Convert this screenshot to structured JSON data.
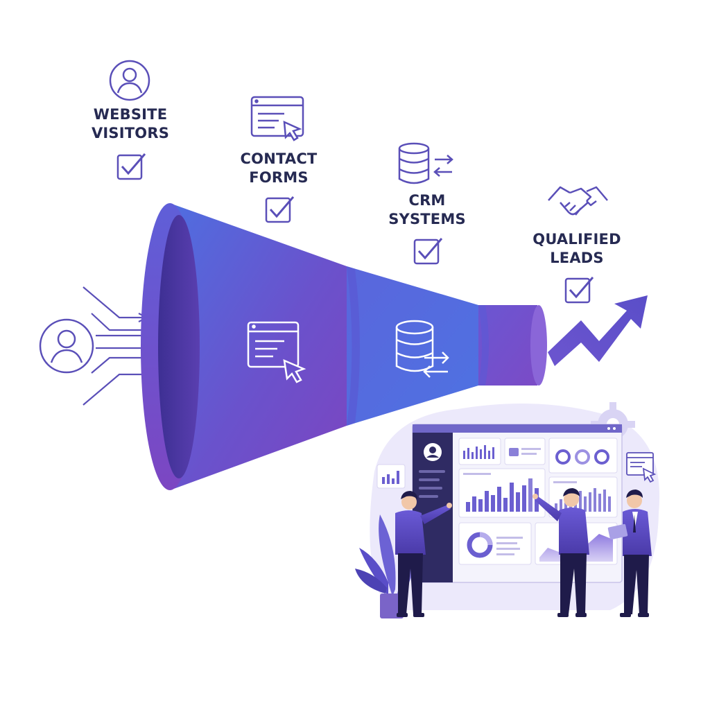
{
  "stages": [
    {
      "id": "visitors",
      "lines": [
        "WEBSITE",
        "VISITORS"
      ],
      "icon": "user-circle-icon",
      "checked": true
    },
    {
      "id": "forms",
      "lines": [
        "CONTACT",
        "FORMS"
      ],
      "icon": "web-form-cursor-icon",
      "checked": true
    },
    {
      "id": "crm",
      "lines": [
        "CRM",
        "SYSTEMS"
      ],
      "icon": "database-sync-icon",
      "checked": true
    },
    {
      "id": "leads",
      "lines": [
        "QUALIFIED",
        "LEADS"
      ],
      "icon": "handshake-icon",
      "checked": true
    }
  ],
  "colors": {
    "text": "#262a52",
    "icon_stroke": "#5a4fb8",
    "funnel_purple": "#7a4cc4",
    "funnel_blue": "#4d6ee0",
    "funnel_dark": "#3c2f94",
    "dashboard_panel": "#ffffff",
    "dashboard_sidebar": "#2f2b63",
    "bar_color": "#6b5fd0"
  },
  "icons": {
    "funnel_entry": "user-circle-icon",
    "funnel_section_1": "web-form-cursor-icon",
    "funnel_section_2": "database-sync-icon",
    "growth": "trend-arrow-icon",
    "dashboard_gear": "gear-icon",
    "dashboard_plant": "plant-icon"
  }
}
